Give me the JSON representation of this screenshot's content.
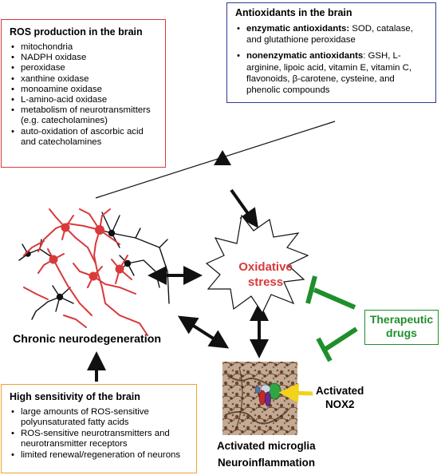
{
  "ros": {
    "title": "ROS production in the brain",
    "items": [
      "mitochondria",
      "NADPH oxidase",
      "peroxidase",
      "xanthine oxidase",
      "monoamine oxidase",
      "L-amino-acid oxidase",
      "metabolism of neurotransmitters (e.g. catecholamines)",
      "auto-oxidation of ascorbic acid and catecholamines"
    ]
  },
  "antioxidants": {
    "title": "Antioxidants in the brain",
    "enzymatic_label": "enzymatic antioxidants:",
    "enzymatic_text": " SOD, catalase, and glutathione peroxidase",
    "nonenzymatic_label": "nonenzymatic antioxidants",
    "nonenzymatic_text": ": GSH, L-arginine, lipoic acid, vitamin E, vitamin C, flavonoids, β-carotene, cysteine, and phenolic compounds"
  },
  "sensitivity": {
    "title": "High sensitivity of the brain",
    "items": [
      "large amounts of ROS-sensitive polyunsaturated fatty acids",
      "ROS-sensitive neurotransmitters and neurotransmitter receptors",
      "limited renewal/regeneration of neurons"
    ]
  },
  "oxidative_stress": {
    "line1": "Oxidative",
    "line2": "stress"
  },
  "neurodegeneration_label": "Chronic neurodegeneration",
  "therapeutic": {
    "line1": "Therapeutic",
    "line2": "drugs"
  },
  "nox2": {
    "line1": "Activated",
    "line2": "NOX2"
  },
  "microglia_label": "Activated microglia",
  "neuroinflammation_label": "Neuroinflammation",
  "colors": {
    "ros_border": "#d9393a",
    "antioxidant_border": "#2d3c92",
    "sensitivity_border": "#f0a232",
    "therapeutic_green": "#1f8f2c",
    "oxidative_text": "#d9393a",
    "neuron_red": "#d9393a",
    "nox_arrow_yellow": "#f2d21a"
  }
}
